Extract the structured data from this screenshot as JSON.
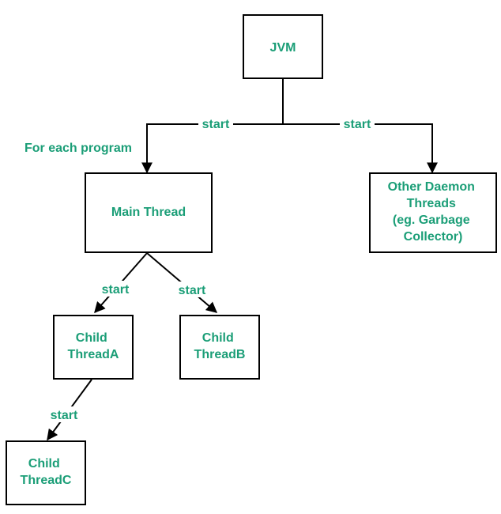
{
  "colors": {
    "text": "#1b9e77",
    "stroke": "#000000",
    "background": "#ffffff"
  },
  "nodes": {
    "jvm": {
      "lines": [
        "JVM"
      ]
    },
    "main_thread": {
      "lines": [
        "Main Thread"
      ]
    },
    "daemon_threads": {
      "lines": [
        "Other Daemon",
        "Threads",
        "(eg. Garbage",
        "Collector)"
      ]
    },
    "child_a": {
      "lines": [
        "Child",
        "ThreadA"
      ]
    },
    "child_b": {
      "lines": [
        "Child",
        "ThreadB"
      ]
    },
    "child_c": {
      "lines": [
        "Child",
        "ThreadC"
      ]
    }
  },
  "edges": {
    "jvm_to_main": {
      "label": "start"
    },
    "jvm_to_daemon": {
      "label": "start"
    },
    "main_to_child_a": {
      "label": "start"
    },
    "main_to_child_b": {
      "label": "start"
    },
    "child_a_to_child_c": {
      "label": "start"
    }
  },
  "annotations": {
    "for_each_program": "For each program"
  }
}
